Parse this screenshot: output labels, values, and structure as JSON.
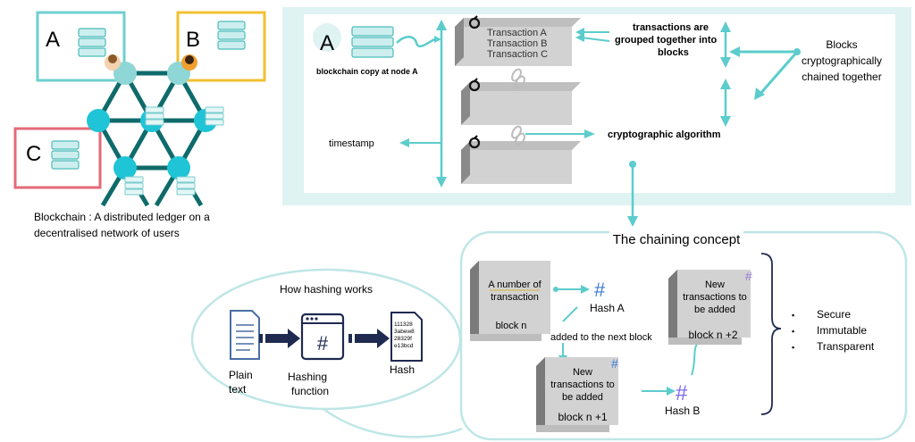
{
  "network": {
    "node_a": "A",
    "node_b": "B",
    "node_c": "C",
    "caption_line1": "Blockchain : A distributed ledger on a",
    "caption_line2": "decentralised network of users"
  },
  "chain_panel": {
    "node_label": "A",
    "copy_label": "blockchain copy at node A",
    "transactions": [
      "Transaction A",
      "Transaction B",
      "Transaction C"
    ],
    "grouped_line1": "transactions are",
    "grouped_line2": "grouped together into",
    "grouped_line3": "blocks",
    "crypto_line1": "Blocks",
    "crypto_line2": "cryptographically",
    "crypto_line3": "chained together",
    "timestamp": "timestamp",
    "algorithm": "cryptographic algorithm"
  },
  "hashing": {
    "title": "How hashing works",
    "plain_line1": "Plain",
    "plain_line2": "text",
    "function_line1": "Hashing",
    "function_line2": "function",
    "hash_label": "Hash",
    "hash_lines": [
      "111328",
      "3abew8",
      "28329f",
      "e13bcd"
    ],
    "hash_symbol": "#"
  },
  "chaining": {
    "title": "The chaining concept",
    "block_n_text1": "A number of",
    "block_n_text2": "transaction",
    "block_n_label": "block n",
    "hash_a": "Hash A",
    "added": "added to the next block",
    "new_line1": "New",
    "new_line2": "transactions to",
    "new_line3": "be added",
    "block_n1_label": "block n +1",
    "hash_b": "Hash B",
    "block_n2_label": "block n +2",
    "hash_symbol": "#",
    "properties": [
      "Secure",
      "Immutable",
      "Transparent"
    ],
    "bullet": "▪"
  },
  "colors": {
    "teal": "#5ccccc",
    "light_teal_bg": "#dff3f2",
    "dark_teal": "#0f6b6b",
    "node_cyan": "#1fc4d6",
    "box_b": "#f0c030",
    "box_c": "#e56a78",
    "block_face": "#d2d2d2",
    "block_shade": "#888888",
    "navy": "#1e2a50"
  }
}
